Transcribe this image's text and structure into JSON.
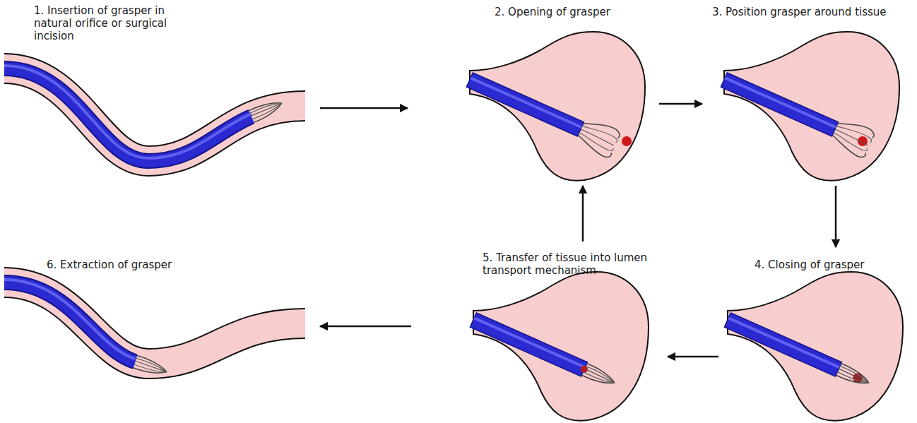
{
  "diagram": {
    "nodes": [
      {
        "text": [
          "1. Insertion of grasper in natural orifice or surgical incision"
        ]
      },
      {
        "text": [
          "2. Opening of grasper"
        ]
      },
      {
        "text": [
          "3. Position grasper around tissue"
        ]
      },
      {
        "text": [
          "4. Closing of grasper"
        ]
      },
      {
        "text": [
          "5. Transfer of tissue into lumen transport mechanism"
        ]
      },
      {
        "text": [
          "6. Extraction of grasper"
        ]
      }
    ],
    "edges": [
      {
        "from": 0,
        "to": 1,
        "arrow": "to"
      },
      {
        "from": 1,
        "to": 2,
        "arrow": "to"
      },
      {
        "from": 2,
        "to": 3,
        "arrow": "to"
      },
      {
        "from": 3,
        "to": 4,
        "arrow": "to"
      },
      {
        "from": 4,
        "to": 1,
        "arrow": "to"
      },
      {
        "from": 4,
        "to": 5,
        "arrow": "to"
      }
    ]
  }
}
